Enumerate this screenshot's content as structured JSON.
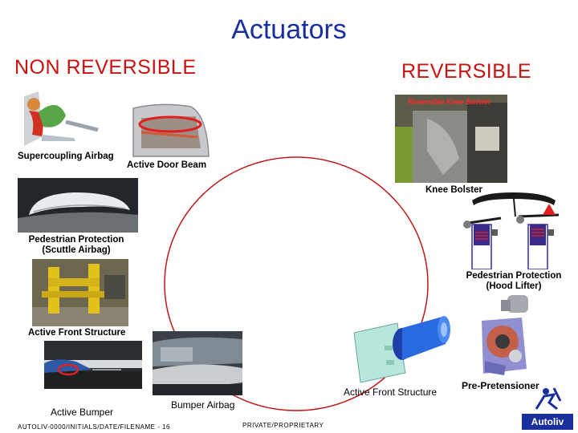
{
  "slide": {
    "title": "Actuators",
    "left_heading": "NON REVERSIBLE",
    "right_heading": "REVERSIBLE"
  },
  "labels": {
    "supercoupling_airbag": "Supercoupling Airbag",
    "active_door_beam": "Active Door Beam",
    "knee_bolster": "Knee Bolster",
    "reversible_knee_bolster_caption": "Reversible Knee Bolster",
    "pedestrian_protection_scuttle_line1": "Pedestrian Protection",
    "pedestrian_protection_scuttle_line2": "(Scuttle Airbag)",
    "pedestrian_protection_hood_line1": "Pedestrian Protection",
    "pedestrian_protection_hood_line2": "(Hood Lifter)",
    "active_front_structure_left": "Active Front Structure",
    "active_front_structure_right": "Active Front Structure",
    "pre_pretensioner": "Pre-Pretensioner",
    "active_bumper": "Active Bumper",
    "bumper_airbag": "Bumper Airbag"
  },
  "footer": {
    "left": "AUTOLIV-0000/INITIALS/DATE/FILENAME - 16",
    "center": "PRIVATE/PROPRIETARY",
    "logo_text": "Autoliv"
  },
  "colors": {
    "title": "#1a2f9e",
    "headings": "#cc1111",
    "ellipse": "#c01818"
  }
}
